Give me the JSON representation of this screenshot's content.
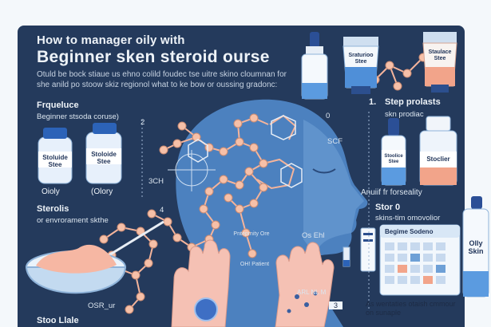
{
  "header": {
    "title_line1": "How to manager oily with",
    "title_line2": "Beginner sken steroid ourse",
    "subtitle_line1": "Otuld be bock stiaue us ehno colild foudec tse uitre skino cloumnan for",
    "subtitle_line2": "she anild po stoow skiz regionol what to ke bow or oussing gradonc:"
  },
  "left": {
    "frequence_heading": "Frqueluce",
    "frequence_sub": "Beginner stsoda coruse)",
    "step_marker": "2",
    "bottle_a_label": "Stoluide Stee",
    "bottle_b_label": "Stoloide Stee",
    "bottle_a_caption": "Oioly",
    "bottle_b_caption": "(Olory",
    "steroids_heading": "Sterolis",
    "steroids_sub": "or envrorament skthe",
    "bottom_label": "Stoo Llale",
    "bottom_num": "4",
    "bottom_code": "OSR_ur"
  },
  "center": {
    "code_left": "3CH",
    "code_mid": "0",
    "code_right": "SCF",
    "code_face": "Os Ehl",
    "probe_label": "Pnteprnity Ore",
    "oh_label": "OH! Patient",
    "bottom_note": "ARL NL M",
    "bottom_box": "3"
  },
  "right": {
    "step1_num": "1.",
    "step1_title": "Step prolasts",
    "step1_sub": "skn prodiac",
    "tube_label_1": "Sraturioo Stee",
    "tube_label_2": "Staulace Stee",
    "vial_label": "Stoolice Stee",
    "jar_label": "Stoclier",
    "avoid_text": "Anuiif  fr forseality",
    "step0_title": "Stor 0",
    "step0_sub": "skins-tim omovolior",
    "calendar_title": "Begime Sodeno",
    "bottle_right_label": "Olly Skin",
    "bottom_note": "As wentaties otaish cmmour on sunaple"
  }
}
